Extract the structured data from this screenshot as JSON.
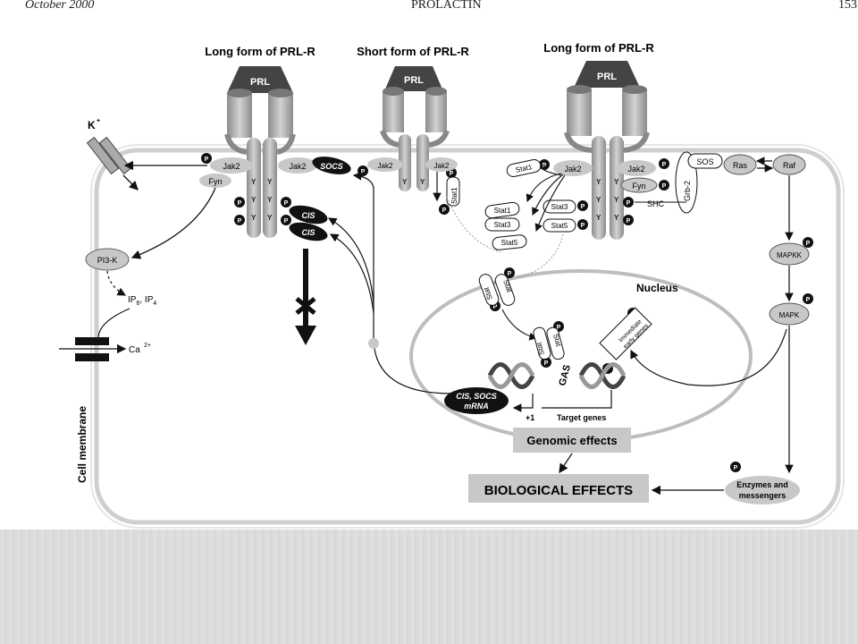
{
  "header": {
    "left": "October 2000",
    "center": "PROLACTIN",
    "right": "153"
  },
  "labels": {
    "long_form_left": "Long form of PRL-R",
    "short_form": "Short form of PRL-R",
    "long_form_right": "Long form of PRL-R",
    "prl": "PRL",
    "k_plus": "K",
    "k_sup": "+",
    "jak2": "Jak2",
    "fyn": "Fyn",
    "socs": "SOCS",
    "cis": "CIS",
    "p": "P",
    "y": "Y",
    "pi3k": "PI3-K",
    "ip": "IP",
    "ip_sub6": "6",
    "ip_sep": ", IP",
    "ip_sub4": "4",
    "ca": "Ca",
    "ca_sup": "2+",
    "cell_membrane": "Cell membrane",
    "stat1": "Stat1",
    "stat3": "Stat3",
    "stat5": "Stat5",
    "stat": "Stat",
    "sos": "SOS",
    "ras": "Ras",
    "raf": "Raf",
    "grb2": "Grb-2",
    "shc": "SHC",
    "mapkk": "MAPKK",
    "mapk": "MAPK",
    "nucleus": "Nucleus",
    "immediate": "Immediate",
    "early_genes": "early genes",
    "gas": "GAS",
    "cis_socs": "CIS, SOCS",
    "mrna": "mRNA",
    "plus1": "+1",
    "target_genes": "Target genes",
    "genomic_effects": "Genomic effects",
    "biological_effects": "BIOLOGICAL EFFECTS",
    "enzymes": "Enzymes and",
    "messengers": "messengers"
  },
  "colors": {
    "membrane": "#c8c8c8",
    "receptor": "#a9a9a9",
    "dark": "#111111",
    "node": "#cfcfcf",
    "band": "#dedede"
  }
}
